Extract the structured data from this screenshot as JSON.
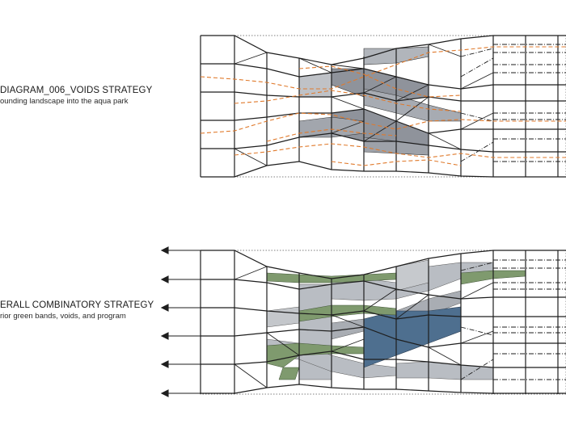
{
  "captions": {
    "top": {
      "title": "DIAGRAM_006_VOIDS STRATEGY",
      "subtitle": "ounding landscape into the aqua park"
    },
    "bottom": {
      "title": "ERALL COMBINATORY STRATEGY",
      "subtitle": "rior green bands, voids, and program"
    }
  },
  "colors": {
    "line": "#1e1e1e",
    "void": "#8f939b",
    "voidLight": "#b9bdc3",
    "orangeDash": "#e07a2c",
    "green": "#7f9a6e",
    "blue": "#4e6f8f",
    "dotted": "#555555"
  },
  "arrows": {
    "count": 6,
    "direction": "left"
  }
}
